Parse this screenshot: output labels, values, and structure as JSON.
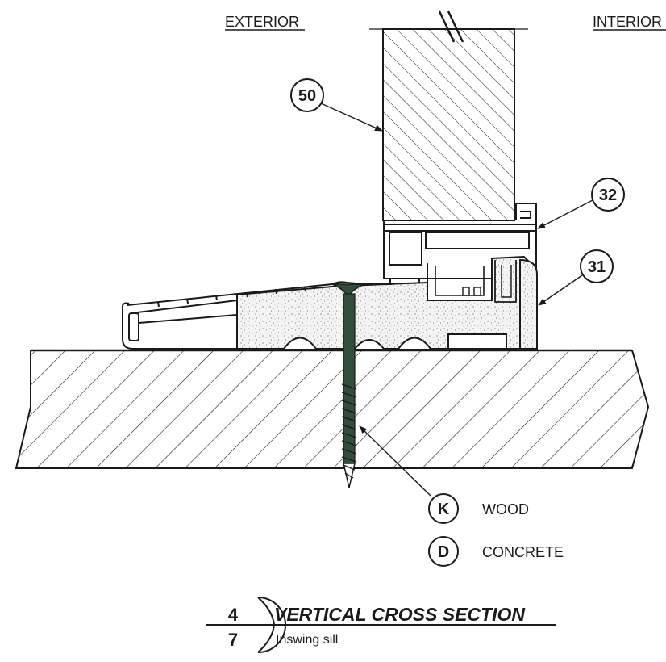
{
  "labels": {
    "exterior": "EXTERIOR",
    "interior": "INTERIOR"
  },
  "callouts": {
    "c50": "50",
    "c32": "32",
    "c31": "31"
  },
  "substrates": [
    {
      "key": "K",
      "label": "WOOD"
    },
    {
      "key": "D",
      "label": "CONCRETE"
    }
  ],
  "detail": {
    "number": "4",
    "sheet": "7",
    "title": "VERTICAL CROSS SECTION",
    "subtitle": "Inswing sill"
  },
  "colors": {
    "line": "#1a1a1a",
    "screw": "#2f4f3a",
    "foam": "#f4f4f4"
  }
}
